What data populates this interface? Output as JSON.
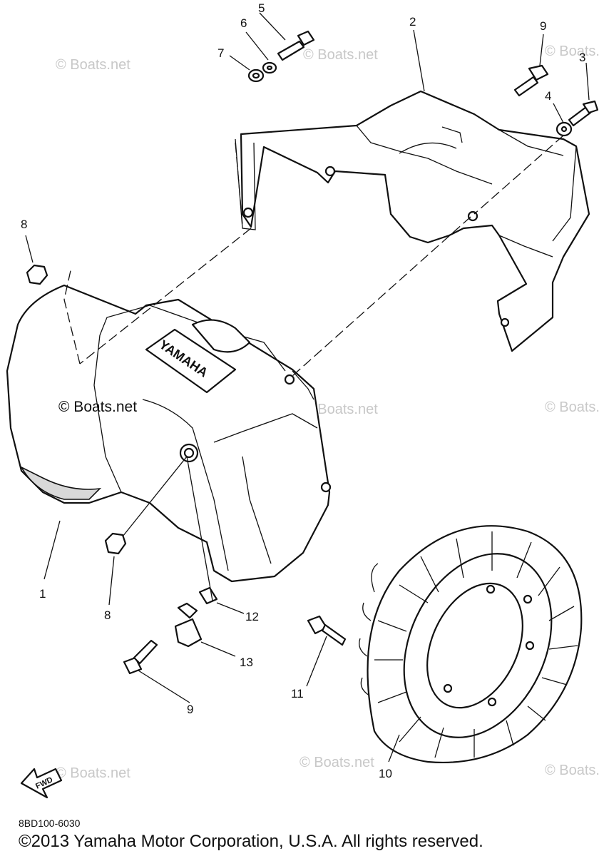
{
  "watermark": "© Boats.net",
  "logo_text": "YAMAHA",
  "fwd_text": "FWD",
  "doc_code": "8BD100-6030",
  "copyright": "©2013 Yamaha Motor Corporation, U.S.A. All rights reserved.",
  "callouts": {
    "c1": "1",
    "c2": "2",
    "c3": "3",
    "c4": "4",
    "c5": "5",
    "c6": "6",
    "c7": "7",
    "c8a": "8",
    "c8b": "8",
    "c9a": "9",
    "c9b": "9",
    "c10": "10",
    "c11": "11",
    "c12": "12",
    "c13": "13"
  }
}
